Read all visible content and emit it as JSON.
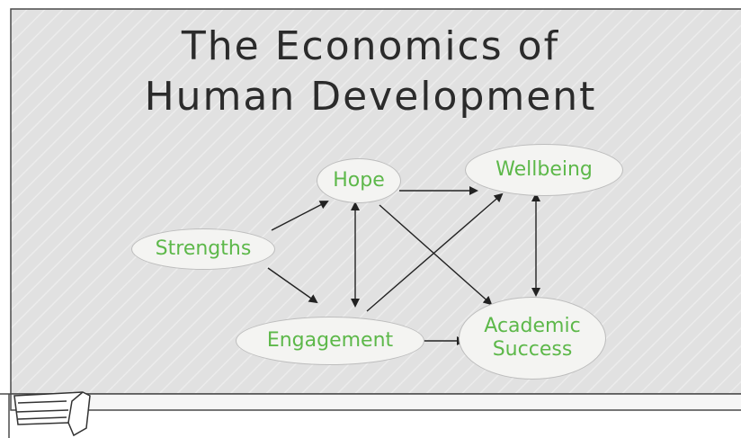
{
  "diagram": {
    "title_line1": "The Economics of",
    "title_line2": "Human Development",
    "nodes": {
      "hope": "Hope",
      "wellbeing": "Wellbeing",
      "strengths": "Strengths",
      "engagement": "Engagement",
      "academic_line1": "Academic",
      "academic_line2": "Success"
    },
    "colors": {
      "board": "#e0e0e0",
      "node_text": "#5db84a",
      "title_text": "#2b2b2b",
      "arrows": "#222222"
    }
  }
}
